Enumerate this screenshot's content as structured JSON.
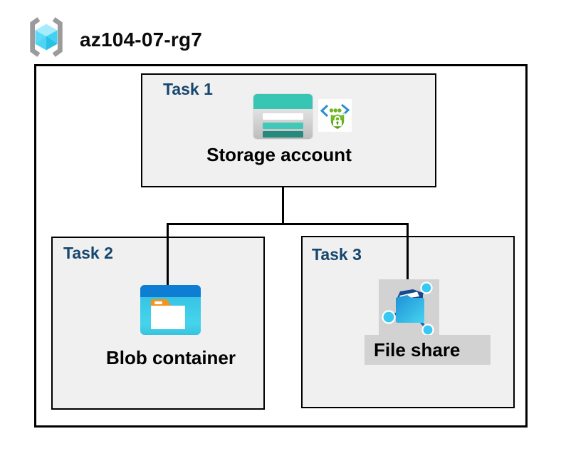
{
  "header": {
    "resource_group_name": "az104-07-rg7"
  },
  "diagram": {
    "type": "azure-resource-group-diagram",
    "tasks": [
      {
        "label": "Task 1",
        "item": "Storage account",
        "icons": [
          "storage-account-icon",
          "sas-secure-access-icon"
        ]
      },
      {
        "label": "Task 2",
        "item": "Blob container",
        "icons": [
          "blob-container-icon"
        ]
      },
      {
        "label": "Task 3",
        "item": "File share",
        "icons": [
          "file-share-icon"
        ]
      }
    ],
    "connections": [
      {
        "from": "Storage account",
        "to": "Blob container"
      },
      {
        "from": "Storage account",
        "to": "File share"
      }
    ]
  },
  "colors": {
    "task_label_navy": "#17466e",
    "box_fill_gray": "#f0f0f0",
    "border_black": "#000000",
    "storage_teal": "#39c5b4",
    "storage_teal_dark": "#26897d",
    "blob_header_blue": "#0e7ed5",
    "blob_body_cyan": "#3ccae8",
    "folder_tab_orange": "#f6921e",
    "fileshare_blue": "#1f8fd6",
    "fileshare_cyan": "#40cdef",
    "network_node_cyan": "#38c9f3",
    "sas_shield_green": "#6cb32a",
    "sas_bracket_blue": "#2d8ed5",
    "cube_cyan": "#59d9f7",
    "bracket_gray": "#9b9b9b",
    "highlight_gray": "#d2d2d2"
  }
}
